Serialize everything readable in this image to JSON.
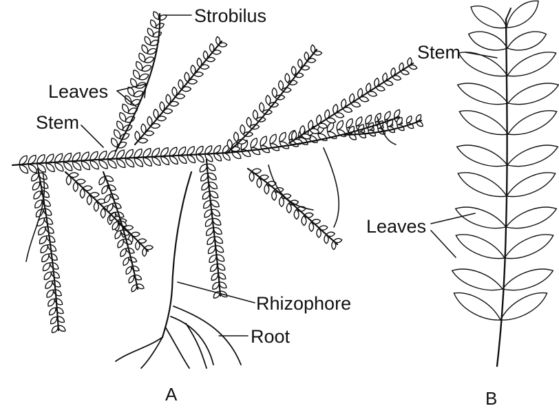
{
  "labels": {
    "strobilus": "Strobilus",
    "leaves_a": "Leaves",
    "stem_a": "Stem",
    "rhizophore": "Rhizophore",
    "root": "Root",
    "stem_b": "Stem",
    "leaves_b": "Leaves"
  },
  "panels": {
    "a": "A",
    "b": "B"
  },
  "colors": {
    "ink": "#111111",
    "leaf_shade": "#9a9a9a",
    "background": "#ffffff"
  }
}
